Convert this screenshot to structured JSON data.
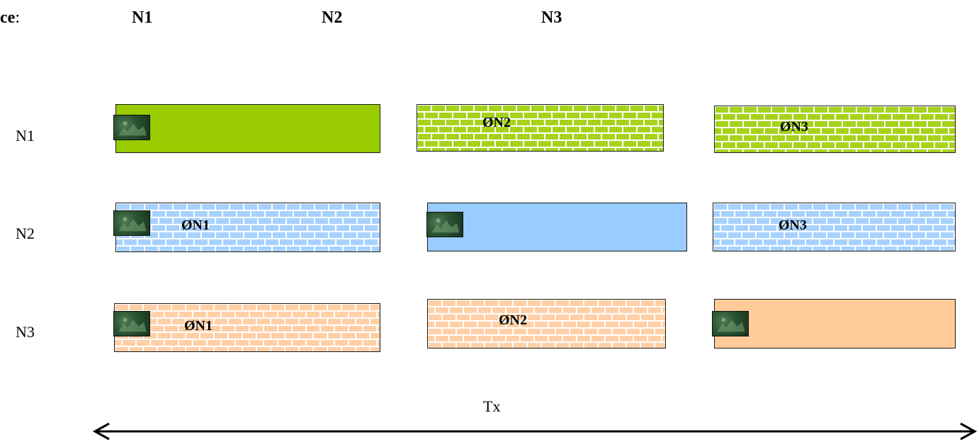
{
  "header": {
    "prefix": "ce:",
    "columns": [
      "N1",
      "N2",
      "N3"
    ]
  },
  "rows": [
    {
      "label": "N1",
      "cells": [
        {
          "fill": "solid",
          "text": ""
        },
        {
          "fill": "brick",
          "text": "ØN2"
        },
        {
          "fill": "brick",
          "text": "ØN3"
        }
      ]
    },
    {
      "label": "N2",
      "cells": [
        {
          "fill": "brick",
          "text": "ØN1"
        },
        {
          "fill": "solid",
          "text": ""
        },
        {
          "fill": "brick",
          "text": "ØN3"
        }
      ]
    },
    {
      "label": "N3",
      "cells": [
        {
          "fill": "brick",
          "text": "ØN1"
        },
        {
          "fill": "brick",
          "text": "ØN2"
        },
        {
          "fill": "solid",
          "text": ""
        }
      ]
    }
  ],
  "colors": {
    "green": "#99cc00",
    "blue": "#99ccff",
    "orange": "#ffcc99",
    "brick_green": "#a6d31a",
    "brick_blue": "#a7d2ff",
    "brick_orange": "#ffcfa6"
  },
  "axis": {
    "label": "Tx",
    "arrow": "double-headed"
  },
  "icons": {
    "cell_thumbnail": "image-thumbnail-icon"
  }
}
